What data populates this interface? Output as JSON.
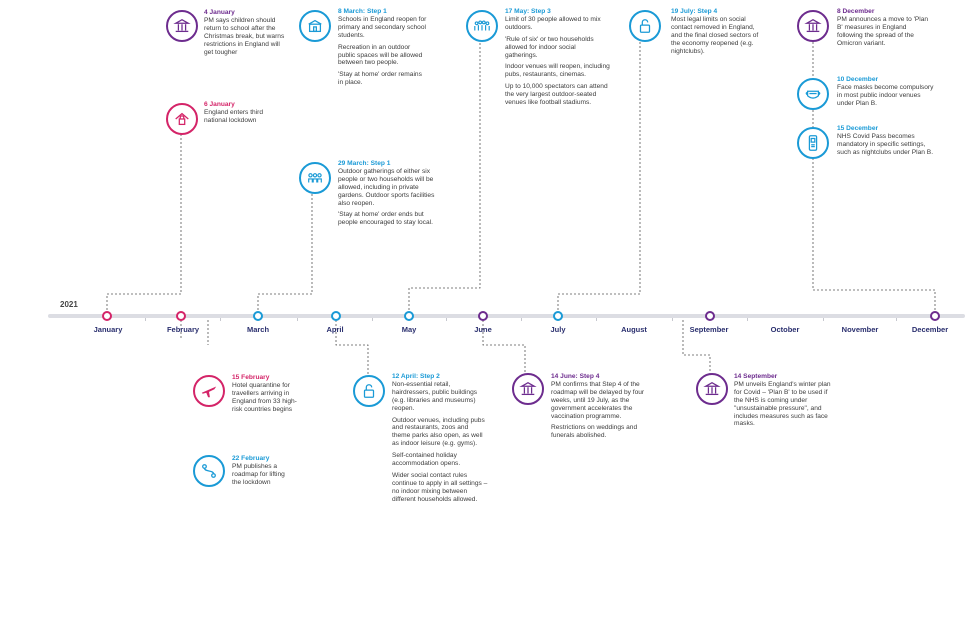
{
  "year": "2021",
  "months": [
    "January",
    "February",
    "March",
    "April",
    "May",
    "June",
    "July",
    "August",
    "September",
    "October",
    "November",
    "December"
  ],
  "colors": {
    "pink": "#d42468",
    "purple": "#6d2c8e",
    "blue": "#1a9ad6",
    "axis": "#dcdde3",
    "month_text": "#2a2f6e"
  },
  "events": {
    "jan4": {
      "title": "4 January",
      "body": [
        "PM says children should return to school after the Christmas break, but warns restrictions in England will get tougher"
      ],
      "icon": "government-building-icon",
      "color": "purple"
    },
    "jan6": {
      "title": "6 January",
      "body": [
        "England enters third national lockdown"
      ],
      "icon": "padlock-house-icon",
      "color": "pink"
    },
    "feb15": {
      "title": "15 February",
      "body": [
        "Hotel quarantine for travellers arriving in England from 33 high-risk countries begins"
      ],
      "icon": "airplane-icon",
      "color": "pink"
    },
    "feb22": {
      "title": "22 February",
      "body": [
        "PM publishes a roadmap for lifting the lockdown"
      ],
      "icon": "roadmap-icon",
      "color": "blue"
    },
    "mar8": {
      "title": "8 March: Step 1",
      "body": [
        "Schools in England reopen for primary and secondary school students.",
        "Recreation in an outdoor public spaces will be allowed between two people.",
        "'Stay at home' order remains in place."
      ],
      "icon": "school-icon",
      "color": "blue"
    },
    "mar29": {
      "title": "29 March: Step 1",
      "body": [
        "Outdoor gatherings of either six people or two households will be allowed, including in private gardens. Outdoor sports facilities also reopen.",
        "'Stay at home' order ends but people encouraged to stay local."
      ],
      "icon": "group-icon",
      "color": "blue"
    },
    "apr12": {
      "title": "12 April: Step 2",
      "body": [
        "Non-essential retail, hairdressers, public buildings (e.g. libraries and museums) reopen.",
        "Outdoor venues, including pubs and restaurants, zoos and theme parks also open, as well as indoor leisure (e.g. gyms).",
        "Self-contained holiday accommodation opens.",
        "Wider social contact rules continue to apply in all settings – no indoor mixing between different households allowed."
      ],
      "icon": "unlock-icon",
      "color": "blue"
    },
    "may17": {
      "title": "17 May: Step 3",
      "body": [
        "Limit of 30 people allowed to mix outdoors.",
        "'Rule of six' or two households allowed for indoor social gatherings.",
        "Indoor venues will reopen, including pubs, restaurants, cinemas.",
        "Up to 10,000 spectators can attend the very largest outdoor-seated venues like football stadiums."
      ],
      "icon": "crowd-icon",
      "color": "blue"
    },
    "jun14": {
      "title": "14 June: Step 4",
      "body": [
        "PM confirms that Step 4 of the roadmap will be delayed by four weeks, until 19 July, as the government accelerates the vaccination programme.",
        "Restrictions on weddings and funerals abolished."
      ],
      "icon": "government-building-icon",
      "color": "purple"
    },
    "jul19": {
      "title": "19 July: Step 4",
      "body": [
        "Most legal limits on social contact removed in England, and the final closed sectors of the economy reopened (e.g. nightclubs)."
      ],
      "icon": "unlock-icon",
      "color": "blue"
    },
    "sep14": {
      "title": "14 September",
      "body": [
        "PM unveils England's winter plan for Covid – 'Plan B' to be used if the NHS is coming under \"unsustainable pressure\", and includes measures such as face masks."
      ],
      "icon": "government-building-icon",
      "color": "purple"
    },
    "dec8": {
      "title": "8 December",
      "body": [
        "PM announces a move to 'Plan B' measures in England following the spread of the Omicron variant."
      ],
      "icon": "government-building-icon",
      "color": "purple"
    },
    "dec10": {
      "title": "10 December",
      "body": [
        "Face masks become compulsory in most public indoor venues under Plan B."
      ],
      "icon": "face-mask-icon",
      "color": "blue"
    },
    "dec15": {
      "title": "15 December",
      "body": [
        "NHS Covid Pass becomes mandatory in specific settings, such as nightclubs under Plan B."
      ],
      "icon": "phone-pass-icon",
      "color": "blue"
    }
  }
}
